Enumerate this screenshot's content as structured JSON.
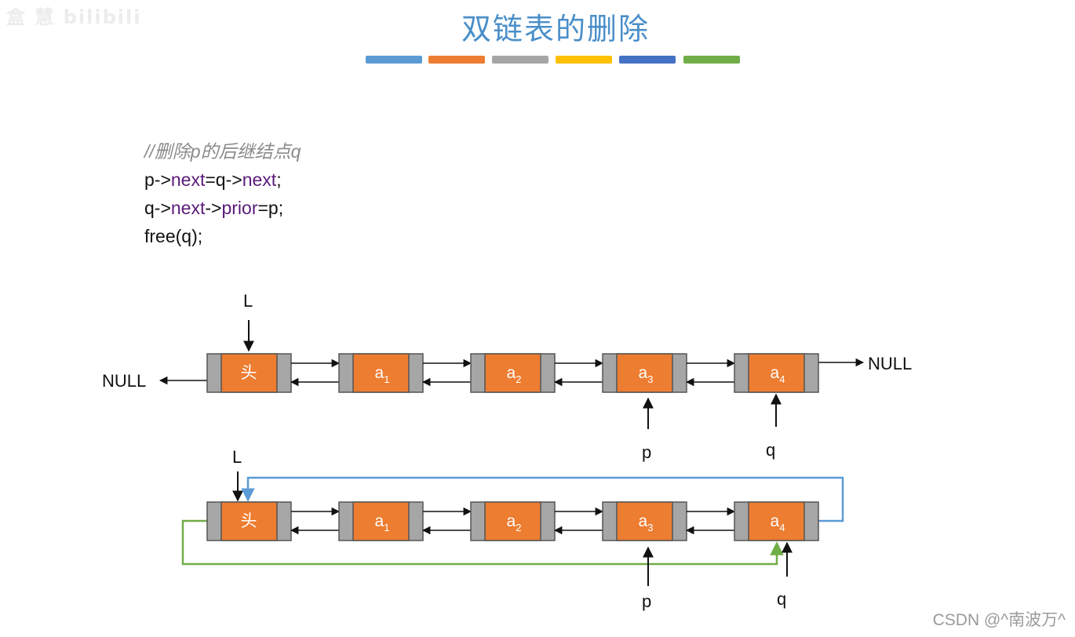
{
  "watermark": "盒 慧 bilibili",
  "title": "双链表的删除",
  "color_bars": [
    "#5b9bd5",
    "#ed7d31",
    "#a5a5a5",
    "#ffc000",
    "#4472c4",
    "#70ad47"
  ],
  "code": {
    "comment": "//删除p的后继结点q",
    "line1": {
      "p1": "p->",
      "k1": "next",
      "p2": "=q->",
      "k2": "next",
      "p3": ";"
    },
    "line2": {
      "p1": "q->",
      "k1": "next",
      "p2": "->",
      "k2": "prior",
      "p3": "=p;"
    },
    "line3": "free(q);"
  },
  "diagram_top": {
    "head_pointer": "L",
    "null_left": "NULL",
    "null_right": "NULL",
    "nodes": [
      {
        "label": "头",
        "sub": ""
      },
      {
        "label": "a",
        "sub": "1"
      },
      {
        "label": "a",
        "sub": "2"
      },
      {
        "label": "a",
        "sub": "3"
      },
      {
        "label": "a",
        "sub": "4"
      }
    ],
    "pointer_p": "p",
    "pointer_q": "q"
  },
  "diagram_bottom": {
    "head_pointer": "L",
    "nodes": [
      {
        "label": "头",
        "sub": ""
      },
      {
        "label": "a",
        "sub": "1"
      },
      {
        "label": "a",
        "sub": "2"
      },
      {
        "label": "a",
        "sub": "3"
      },
      {
        "label": "a",
        "sub": "4"
      }
    ],
    "pointer_p": "p",
    "pointer_q": "q",
    "wrap_colors": {
      "next_wrap": "#5b9bd5",
      "prior_wrap": "#70ad47"
    }
  },
  "colors": {
    "node_fill": "#ed7d31",
    "node_side": "#a6a6a6",
    "node_border": "#555555"
  },
  "footer": "CSDN @^南波万^"
}
